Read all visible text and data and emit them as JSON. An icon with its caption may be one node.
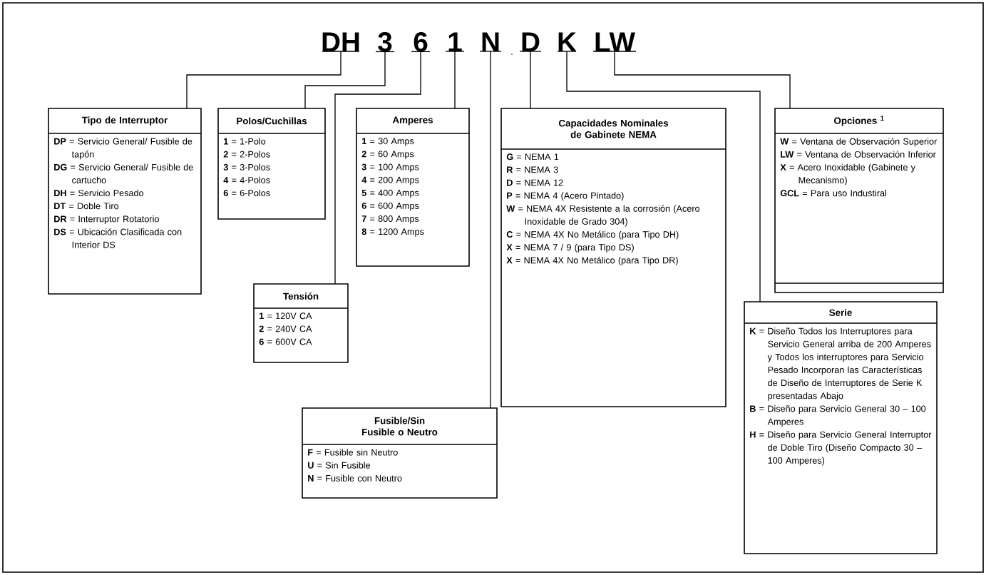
{
  "diagram": {
    "nodes": [
      {
        "text": [
          "DH"
        ]
      },
      {
        "text": [
          "3"
        ]
      },
      {
        "text": [
          "6"
        ]
      },
      {
        "text": [
          "1"
        ]
      },
      {
        "text": [
          "N"
        ]
      },
      {
        "text": [
          "D"
        ]
      },
      {
        "text": [
          "K"
        ]
      },
      {
        "text": [
          "LW"
        ]
      },
      {
        "text": [
          "Tipo de Interruptor",
          "**DP** = Servicio General/ Fusible de tapón",
          "**DG** = Servicio General/ Fusible de cartucho",
          "**DH** = Servicio Pesado",
          "**DT** = Doble Tiro",
          "**DR** = Interruptor Rotatorio",
          "**DS** = Ubicación Clasificada con Interior DS"
        ]
      },
      {
        "text": [
          "Polos/Cuchillas",
          "**1** = 1-Polo",
          "**2** = 2-Polos",
          "**3** = 3-Polos",
          "**4** = 4-Polos",
          "**6** = 6-Polos"
        ]
      },
      {
        "text": [
          "Amperes",
          "**1** = 30 Amps",
          "**2** = 60 Amps",
          "**3** = 100 Amps",
          "**4** = 200 Amps",
          "**5** = 400 Amps",
          "**6** = 600 Amps",
          "**7** = 800 Amps",
          "**8** = 1200 Amps"
        ]
      },
      {
        "text": [
          "Capacidades Nominales de Gabinete NEMA",
          "**G** = NEMA 1",
          "**R** = NEMA 3",
          "**D** = NEMA 12",
          "**P** = NEMA 4 (Acero Pintado)",
          "**W** = NEMA 4X Resistente a la corrosión (Acero Inoxidable de Grado 304)",
          "**C** = NEMA 4X No Metálico (para Tipo DH)",
          "**X** = NEMA 7 / 9 (para Tipo DS)",
          "**X** = NEMA 4X No Metálico (para Tipo DR)"
        ]
      },
      {
        "text": [
          "Opciones $^{1}$",
          "**W** = Ventana de Observación Superior",
          "**LW** = Ventana de Observación Inferior",
          "**X** = Acero Inoxidable (Gabinete y Mecanismo)",
          "**GCL** = Para uso Industiral"
        ]
      },
      {
        "text": [
          "Tensión",
          "**1** = 120V CA",
          "**2** = 240V CA",
          "**6** = 600V CA"
        ]
      },
      {
        "text": [
          "Serie",
          "**K** = Diseño Todos los Interruptores para Servicio General arriba de 200 Amperes y Todos los interruptores para Servicio Pesado Incorporan las Características de Diseño de Interruptores de Serie K presentadas Abajo",
          "**B** = Diseño para Servicio General 30 – 100 Amperes",
          "**H** = Diseño para Servicio General Interruptor de Doble Tiro (Diseño Compacto 30 – 100 Amperes)"
        ]
      },
      {
        "text": [
          "Fusible/Sin Fusible o Neutro",
          "**F** = Fusible sin Neutro",
          "**U** = Sin Fusible",
          "**N** = Fusible con Neutro"
        ]
      }
    ],
    "edges": [
      {
        "from": 0,
        "to": 8,
        "arrow": "none"
      },
      {
        "from": 1,
        "to": 9,
        "arrow": "none"
      },
      {
        "from": 2,
        "to": 13,
        "arrow": "none"
      },
      {
        "from": 3,
        "to": 10,
        "arrow": "none"
      },
      {
        "from": 4,
        "to": 15,
        "arrow": "none"
      },
      {
        "from": 5,
        "to": 11,
        "arrow": "none"
      },
      {
        "from": 6,
        "to": 14,
        "arrow": "none"
      },
      {
        "from": 7,
        "to": 12,
        "arrow": "none"
      }
    ],
    "labels": [
      "."
    ]
  }
}
